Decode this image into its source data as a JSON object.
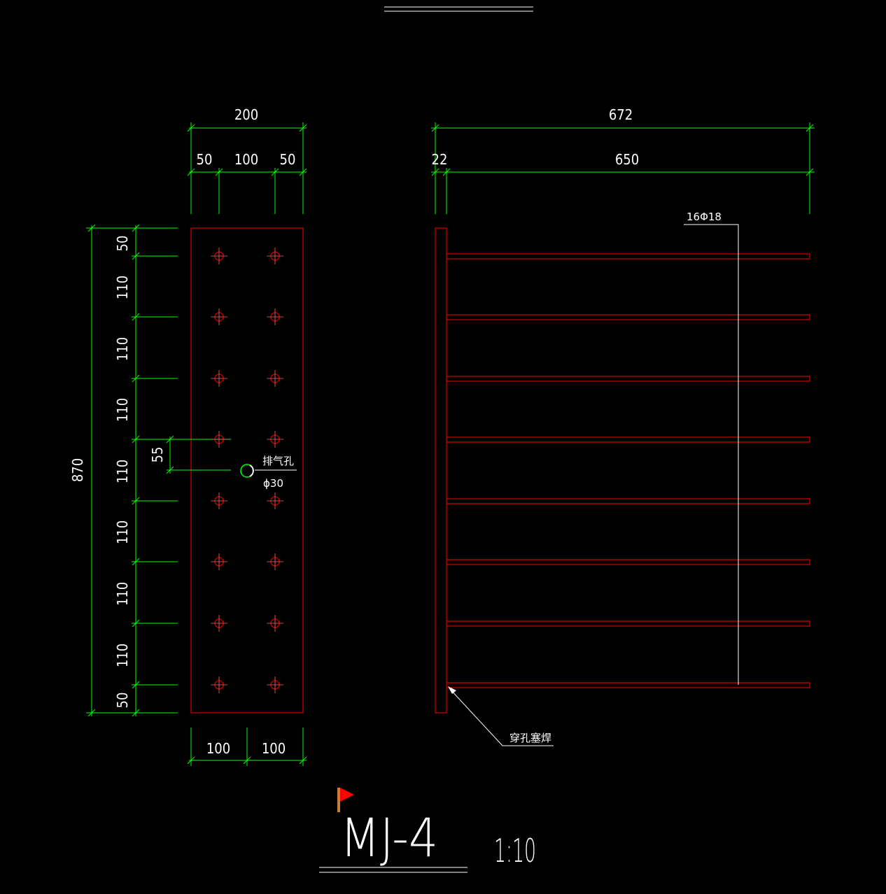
{
  "plan": {
    "width_total": "200",
    "width_parts": [
      "50",
      "100",
      "50"
    ],
    "height_total": "870",
    "height_parts": [
      "50",
      "110",
      "110",
      "110",
      "110",
      "110",
      "110",
      "110",
      "50"
    ],
    "bottom_parts": [
      "100",
      "100"
    ],
    "hole_offset": "55",
    "vent_label": "排气孔",
    "vent_diameter": "ϕ30"
  },
  "elevation": {
    "length_total": "672",
    "plate_thickness": "22",
    "bar_length": "650",
    "rebar_label": "16Φ18",
    "weld_label": "穿孔塞焊"
  },
  "title": {
    "name": "MJ-4",
    "scale": "1:10"
  },
  "colors": {
    "dimension": "#00ff00",
    "steel": "#ff0000",
    "annotation": "#ffffff",
    "background": "#000000"
  }
}
